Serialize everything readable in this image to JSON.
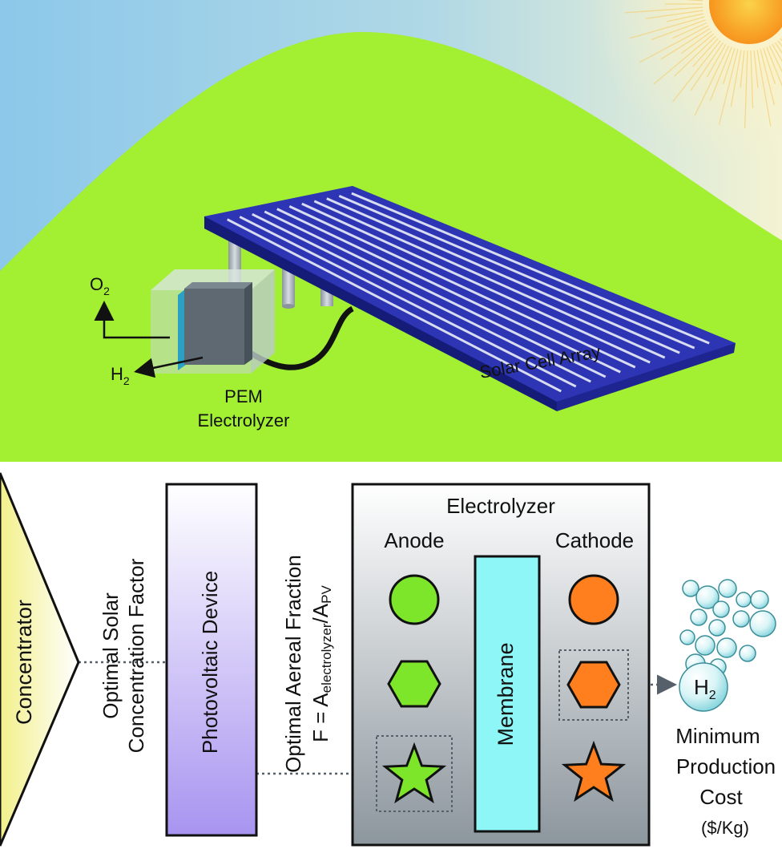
{
  "scene": {
    "o2_label": "O",
    "o2_sub": "2",
    "h2_label": "H",
    "h2_sub": "2",
    "pem_line1": "PEM",
    "pem_line2": "Electrolyzer",
    "array_label": "Solar Cell Array"
  },
  "schematic": {
    "concentrator": "Concentrator",
    "solar_factor_line1": "Optimal Solar",
    "solar_factor_line2": "Concentration Factor",
    "pv_device": "Photovoltaic Device",
    "areal_line1": "Optimal Aereal Fraction",
    "areal_F": "F = A",
    "areal_sub1": "electrolyzer",
    "areal_slash": "/A",
    "areal_sub2": "PV",
    "electrolyzer_title": "Electrolyzer",
    "anode": "Anode",
    "cathode": "Cathode",
    "membrane": "Membrane",
    "h2_bubble": "H",
    "h2_bubble_sub": "2",
    "min_cost_line1": "Minimum",
    "min_cost_line2": "Production",
    "min_cost_line3": "Cost",
    "min_cost_line4": "($/Kg)"
  },
  "colors": {
    "sky_blue": "#8ec9e8",
    "sky_light": "#d9efe6",
    "hill_green": "#a3ef32",
    "sun_orange": "#f7a01a",
    "panel_blue": "#2d35b5",
    "anode_green": "#7ee62a",
    "cathode_orange": "#ff7f1e",
    "membrane_cyan": "#8ef6f6",
    "pv_purple": "#b8a9f2"
  }
}
